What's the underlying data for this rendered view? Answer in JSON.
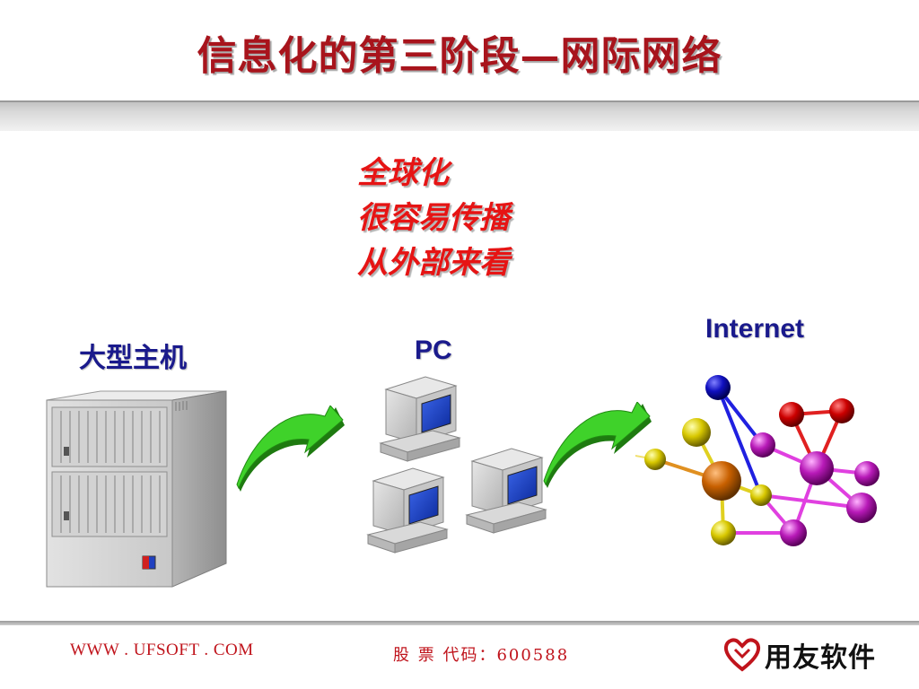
{
  "slide": {
    "title": "信息化的第三阶段—网际网络",
    "features": [
      "全球化",
      "很容易传播",
      "从外部来看"
    ]
  },
  "diagram": {
    "mainframe_label": "大型主机",
    "pc_label": "PC",
    "internet_label": "Internet",
    "icons": [
      "mainframe-icon",
      "arrow-icon",
      "pc-icon",
      "arrow-icon",
      "network-icon"
    ]
  },
  "footer": {
    "url": "WWW . UFSOFT . COM",
    "stock_code": "股 票 代码：600588",
    "company": "用友软件",
    "logo_icon": "heart-logo-icon"
  },
  "colors": {
    "title": "#a8141c",
    "features": "#e61414",
    "labels": "#1a1a8c",
    "footer": "#c0141c",
    "arrow": "#3fd22a"
  }
}
